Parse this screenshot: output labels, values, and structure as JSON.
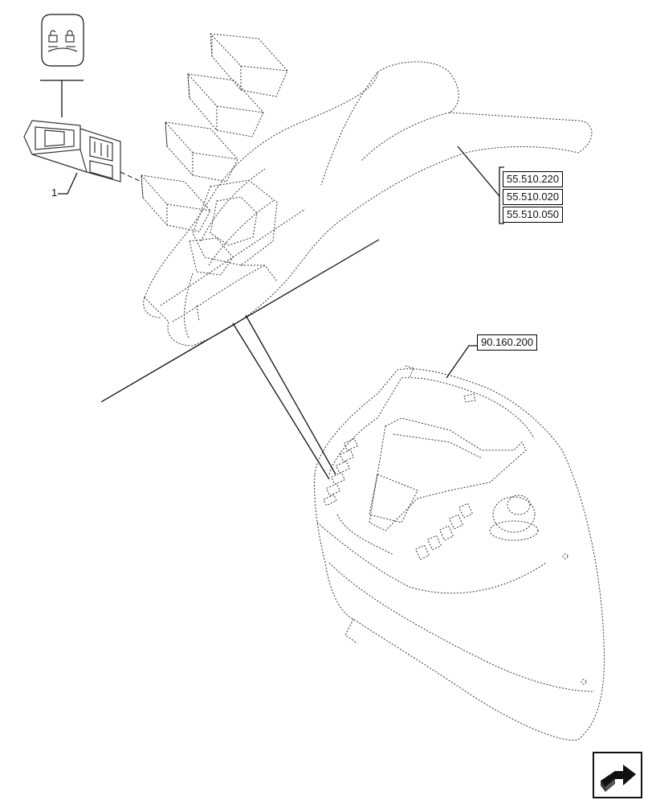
{
  "references": {
    "ref_1": "55.510.220",
    "ref_2": "55.510.020",
    "ref_3": "55.510.050",
    "ref_console": "90.160.200"
  },
  "item_number": "1",
  "icons": {
    "switch_symbol": "lock-unlock-symbol-icon",
    "navigation": "next-page-arrow-icon"
  }
}
